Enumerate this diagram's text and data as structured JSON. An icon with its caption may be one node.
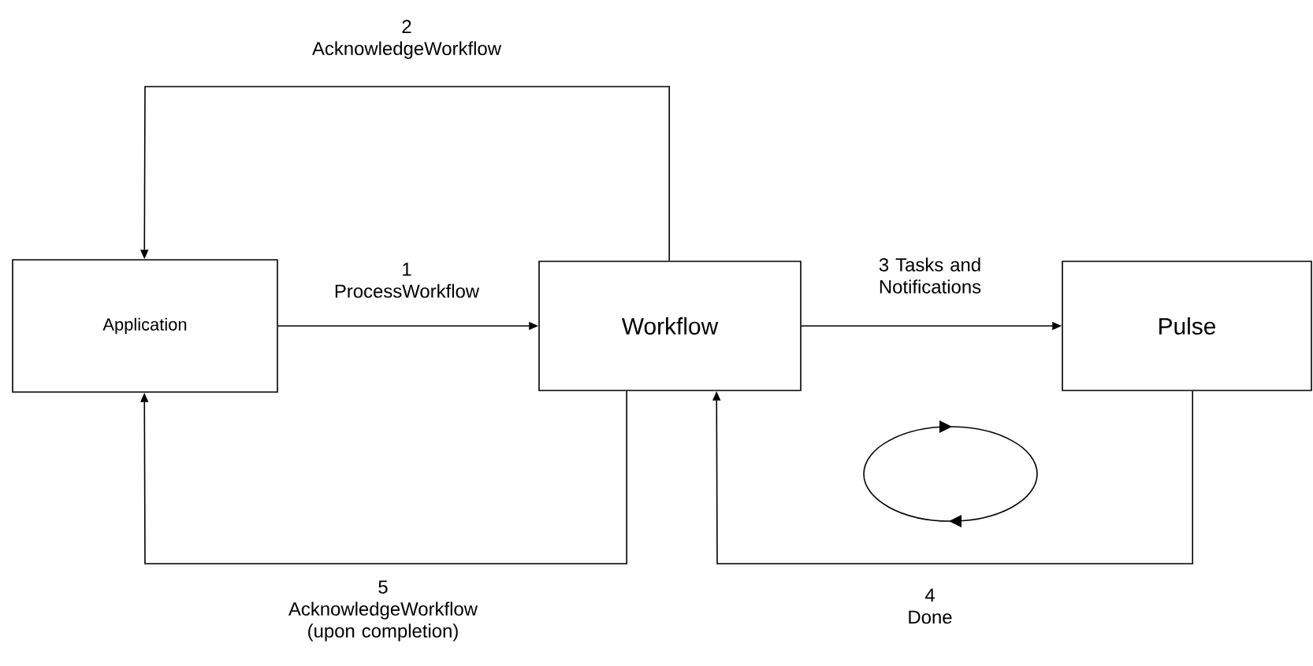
{
  "diagram": {
    "nodes": [
      {
        "text": [
          "Application"
        ]
      },
      {
        "text": [
          "Workflow"
        ]
      },
      {
        "text": [
          "Pulse"
        ]
      }
    ],
    "edges": [
      {
        "from": 0,
        "to": 1,
        "arrow": "to",
        "label": "1 ProcessWorkflow"
      },
      {
        "from": 1,
        "to": 0,
        "arrow": "to",
        "label": "2 AcknowledgeWorkflow"
      },
      {
        "from": 1,
        "to": 2,
        "arrow": "to",
        "label": "3 Tasks and Notifications"
      },
      {
        "from": 2,
        "to": 1,
        "arrow": "to",
        "label": "4 Done"
      },
      {
        "from": 1,
        "to": 0,
        "arrow": "to",
        "label": "5 AcknowledgeWorkflow (upon completion)"
      }
    ]
  }
}
